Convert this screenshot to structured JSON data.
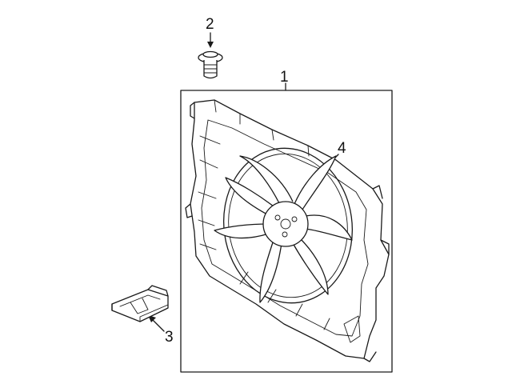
{
  "diagram": {
    "callouts": {
      "fan_assembly": "1",
      "bolt": "2",
      "bracket": "3",
      "shroud_tab": "4"
    },
    "colors": {
      "line": "#1a1a1a",
      "background": "#ffffff"
    }
  }
}
